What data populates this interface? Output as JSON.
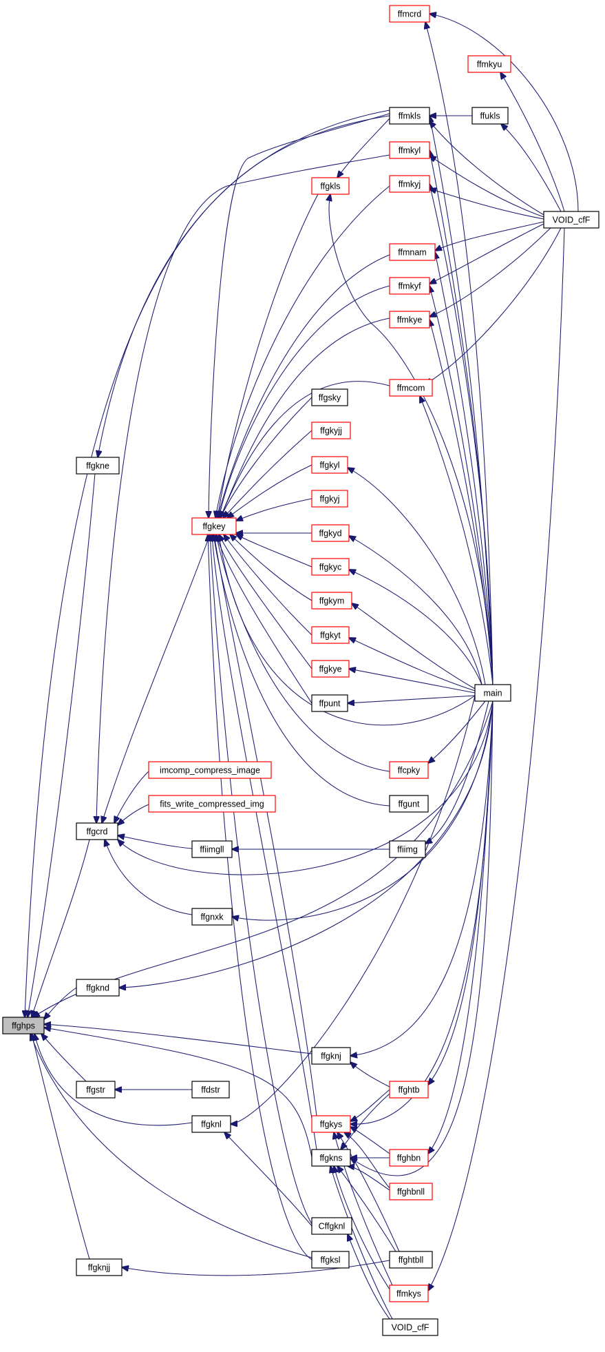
{
  "diagram": {
    "type": "call-graph",
    "colors": {
      "edge": "#191970",
      "border_black": "#000000",
      "border_red": "#ff0000",
      "highlight_fill": "#bfbfbf",
      "node_fill": "#ffffff"
    },
    "nodes": [
      {
        "id": "ffghps",
        "label": "ffghps",
        "style": "highlight"
      },
      {
        "id": "ffgkne",
        "label": "ffgkne",
        "style": "black"
      },
      {
        "id": "ffgcrd",
        "label": "ffgcrd",
        "style": "black"
      },
      {
        "id": "ffgknd",
        "label": "ffgknd",
        "style": "black"
      },
      {
        "id": "ffgstr",
        "label": "ffgstr",
        "style": "black"
      },
      {
        "id": "ffgknjj",
        "label": "ffgknjj",
        "style": "black"
      },
      {
        "id": "ffgkey",
        "label": "ffgkey",
        "style": "red"
      },
      {
        "id": "imcomp",
        "label": "imcomp_compress_image",
        "style": "red"
      },
      {
        "id": "fitswci",
        "label": "fits_write_compressed_img",
        "style": "red"
      },
      {
        "id": "ffiimgll",
        "label": "ffiimgll",
        "style": "black"
      },
      {
        "id": "ffgnxk",
        "label": "ffgnxk",
        "style": "black"
      },
      {
        "id": "ffdstr",
        "label": "ffdstr",
        "style": "black"
      },
      {
        "id": "ffgknl",
        "label": "ffgknl",
        "style": "black"
      },
      {
        "id": "ffgkls",
        "label": "ffgkls",
        "style": "red"
      },
      {
        "id": "ffgsky",
        "label": "ffgsky",
        "style": "black"
      },
      {
        "id": "ffgkyjj",
        "label": "ffgkyjj",
        "style": "red"
      },
      {
        "id": "ffgkyl",
        "label": "ffgkyl",
        "style": "red"
      },
      {
        "id": "ffgkyj",
        "label": "ffgkyj",
        "style": "red"
      },
      {
        "id": "ffgkyd",
        "label": "ffgkyd",
        "style": "red"
      },
      {
        "id": "ffgkyc",
        "label": "ffgkyc",
        "style": "red"
      },
      {
        "id": "ffgkym",
        "label": "ffgkym",
        "style": "red"
      },
      {
        "id": "ffgkyt",
        "label": "ffgkyt",
        "style": "red"
      },
      {
        "id": "ffgkye",
        "label": "ffgkye",
        "style": "red"
      },
      {
        "id": "ffpunt",
        "label": "ffpunt",
        "style": "black"
      },
      {
        "id": "ffgkys",
        "label": "ffgkys",
        "style": "red"
      },
      {
        "id": "ffgkns",
        "label": "ffgkns",
        "style": "black"
      },
      {
        "id": "cffgknl",
        "label": "Cffgknl",
        "style": "black"
      },
      {
        "id": "ffgksl",
        "label": "ffgksl",
        "style": "black"
      },
      {
        "id": "ffmcrd",
        "label": "ffmcrd",
        "style": "red"
      },
      {
        "id": "ffmkls",
        "label": "ffmkls",
        "style": "black"
      },
      {
        "id": "ffmkyl",
        "label": "ffmkyl",
        "style": "red"
      },
      {
        "id": "ffmkyj",
        "label": "ffmkyj",
        "style": "red"
      },
      {
        "id": "ffmnam",
        "label": "ffmnam",
        "style": "red"
      },
      {
        "id": "ffmkyf",
        "label": "ffmkyf",
        "style": "red"
      },
      {
        "id": "ffmkye",
        "label": "ffmkye",
        "style": "red"
      },
      {
        "id": "ffmcom",
        "label": "ffmcom",
        "style": "red"
      },
      {
        "id": "ffcpky",
        "label": "ffcpky",
        "style": "red"
      },
      {
        "id": "ffgunt",
        "label": "ffgunt",
        "style": "black"
      },
      {
        "id": "ffiimg",
        "label": "ffiimg",
        "style": "black"
      },
      {
        "id": "ffgknj",
        "label": "ffgknj",
        "style": "black"
      },
      {
        "id": "ffghtb",
        "label": "ffghtb",
        "style": "red"
      },
      {
        "id": "ffghbn",
        "label": "ffghbn",
        "style": "red"
      },
      {
        "id": "ffghbnll",
        "label": "ffghbnll",
        "style": "red"
      },
      {
        "id": "ffghtbll",
        "label": "ffghtbll",
        "style": "black"
      },
      {
        "id": "ffmkys",
        "label": "ffmkys",
        "style": "red"
      },
      {
        "id": "void2",
        "label": "VOID_cfF",
        "style": "black"
      },
      {
        "id": "ffmkyu",
        "label": "ffmkyu",
        "style": "red"
      },
      {
        "id": "ffukls",
        "label": "ffukls",
        "style": "black"
      },
      {
        "id": "main",
        "label": "main",
        "style": "black"
      },
      {
        "id": "void1",
        "label": "VOID_cfF",
        "style": "black"
      }
    ]
  }
}
